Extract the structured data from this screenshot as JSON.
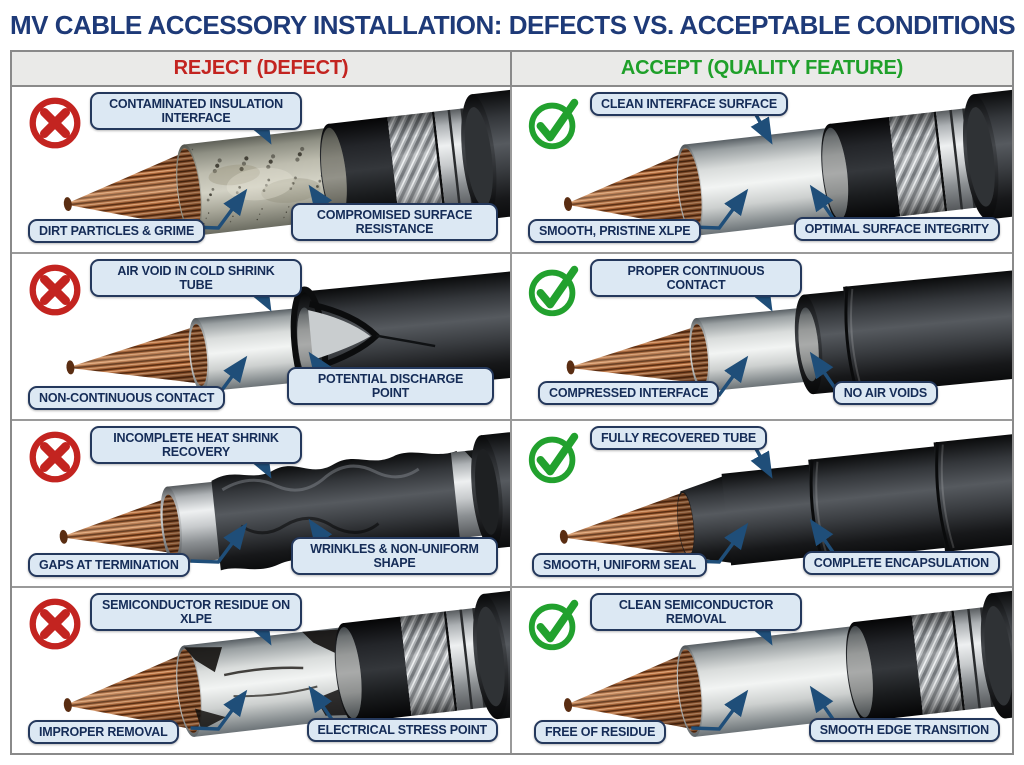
{
  "title": "MV CABLE ACCESSORY INSTALLATION: DEFECTS VS. ACCEPTABLE CONDITIONS",
  "columns": [
    {
      "label": "REJECT (DEFECT)",
      "color": "#c32420"
    },
    {
      "label": "ACCEPT (QUALITY FEATURE)",
      "color": "#1fa02a"
    }
  ],
  "colors": {
    "title": "#1e3a78",
    "reject_icon": "#c32420",
    "accept_icon": "#22a12e",
    "callout_bg": "#dce8f3",
    "callout_border": "#24385c",
    "arrow": "#1f4e79"
  },
  "icons": {
    "reject": "cross-icon",
    "accept": "check-icon"
  },
  "panels": [
    {
      "column": "reject",
      "illustration": "grime-cutaway",
      "labels": {
        "top": "CONTAMINATED INSULATION INTERFACE",
        "bottom_left": "DIRT PARTICLES & GRIME",
        "bottom_right": "COMPROMISED SURFACE RESISTANCE"
      }
    },
    {
      "column": "accept",
      "illustration": "clean-cutaway",
      "labels": {
        "top": "CLEAN INTERFACE SURFACE",
        "bottom_left": "SMOOTH, PRISTINE XLPE",
        "bottom_right": "OPTIMAL SURFACE INTEGRITY"
      }
    },
    {
      "column": "reject",
      "illustration": "void-tube",
      "labels": {
        "top": "AIR VOID IN COLD SHRINK TUBE",
        "bottom_left": "NON-CONTINUOUS CONTACT",
        "bottom_right": "POTENTIAL DISCHARGE POINT"
      }
    },
    {
      "column": "accept",
      "illustration": "smooth-tube",
      "labels": {
        "top": "PROPER CONTINUOUS CONTACT",
        "bottom_left": "COMPRESSED INTERFACE",
        "bottom_right": "NO AIR VOIDS"
      }
    },
    {
      "column": "reject",
      "illustration": "wrinkled-shrink",
      "labels": {
        "top": "INCOMPLETE HEAT SHRINK RECOVERY",
        "bottom_left": "GAPS AT TERMINATION",
        "bottom_right": "WRINKLES & NON-UNIFORM SHAPE"
      }
    },
    {
      "column": "accept",
      "illustration": "recovered-shrink",
      "labels": {
        "top": "FULLY RECOVERED TUBE",
        "bottom_left": "SMOOTH, UNIFORM SEAL",
        "bottom_right": "COMPLETE ENCAPSULATION"
      }
    },
    {
      "column": "reject",
      "illustration": "residue-cutaway",
      "labels": {
        "top": "SEMICONDUCTOR RESIDUE ON XLPE",
        "bottom_left": "IMPROPER REMOVAL",
        "bottom_right": "ELECTRICAL STRESS POINT"
      }
    },
    {
      "column": "accept",
      "illustration": "clean-long-cutaway",
      "labels": {
        "top": "CLEAN SEMICONDUCTOR REMOVAL",
        "bottom_left": "FREE OF RESIDUE",
        "bottom_right": "SMOOTH EDGE TRANSITION"
      }
    }
  ]
}
